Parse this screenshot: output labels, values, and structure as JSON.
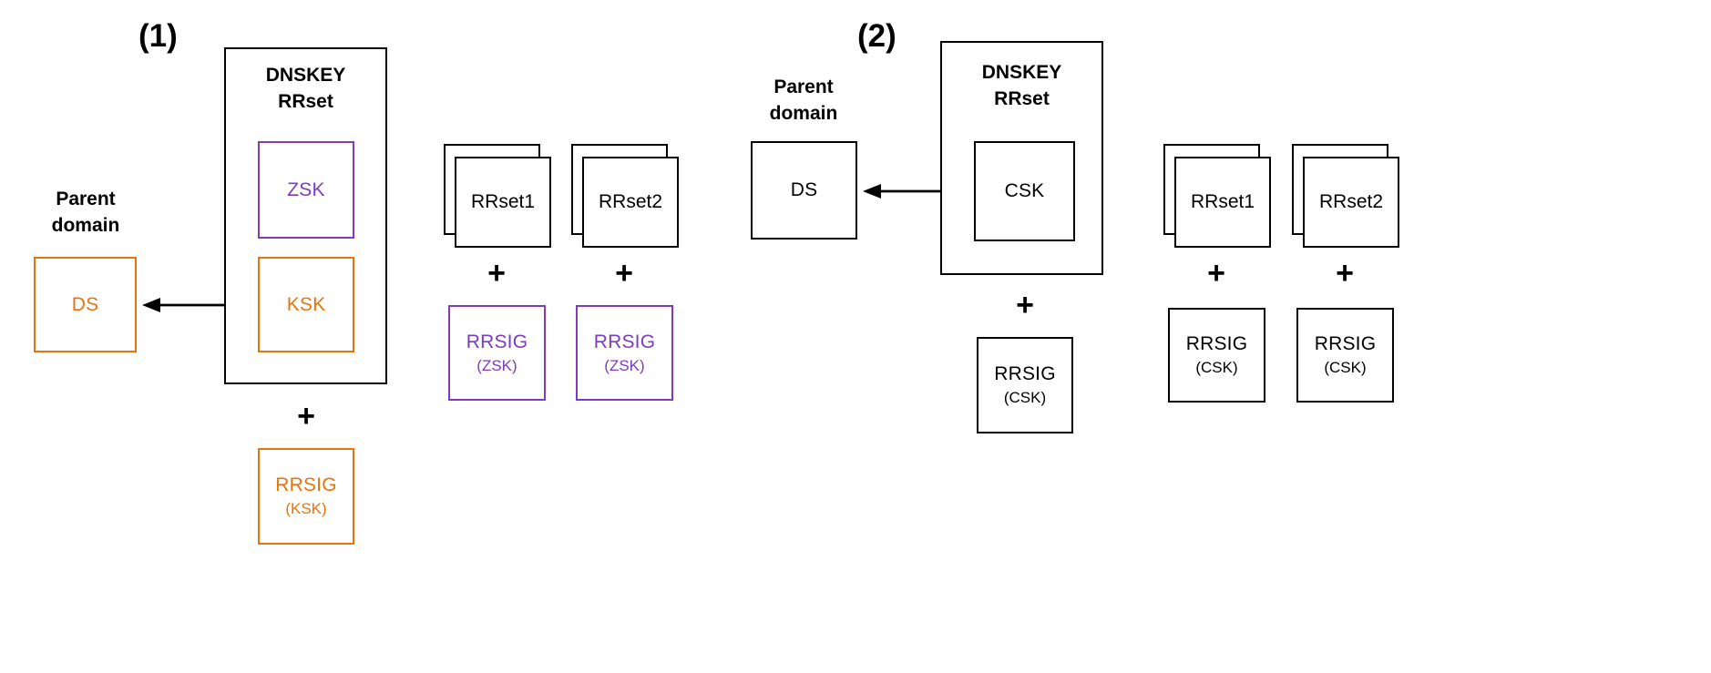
{
  "colors": {
    "orange": "#E8740C",
    "purple": "#7D3BBF",
    "black": "#000000",
    "background": "#FFFFFF"
  },
  "panels": [
    {
      "number": "(1)",
      "parent_domain_caption": "Parent\ndomain",
      "ds_box": {
        "label": "DS",
        "color": "orange"
      },
      "dnskey_container": {
        "title": "DNSKEY\nRRset",
        "keys": [
          {
            "label": "ZSK",
            "color": "purple"
          },
          {
            "label": "KSK",
            "color": "orange"
          }
        ]
      },
      "plus_sign": "+",
      "dnskey_signature": {
        "label": "RRSIG",
        "sub": "(KSK)",
        "color": "orange"
      },
      "rrsets": [
        {
          "name": "RRset1",
          "plus": "+",
          "signature": {
            "label": "RRSIG",
            "sub": "(ZSK)",
            "color": "purple"
          }
        },
        {
          "name": "RRset2",
          "plus": "+",
          "signature": {
            "label": "RRSIG",
            "sub": "(ZSK)",
            "color": "purple"
          }
        }
      ]
    },
    {
      "number": "(2)",
      "parent_domain_caption": "Parent\ndomain",
      "ds_box": {
        "label": "DS",
        "color": "black"
      },
      "dnskey_container": {
        "title": "DNSKEY\nRRset",
        "keys": [
          {
            "label": "CSK",
            "color": "black"
          }
        ]
      },
      "plus_sign": "+",
      "dnskey_signature": {
        "label": "RRSIG",
        "sub": "(CSK)",
        "color": "black"
      },
      "rrsets": [
        {
          "name": "RRset1",
          "plus": "+",
          "signature": {
            "label": "RRSIG",
            "sub": "(CSK)",
            "color": "black"
          }
        },
        {
          "name": "RRset2",
          "plus": "+",
          "signature": {
            "label": "RRSIG",
            "sub": "(CSK)",
            "color": "black"
          }
        }
      ]
    }
  ]
}
